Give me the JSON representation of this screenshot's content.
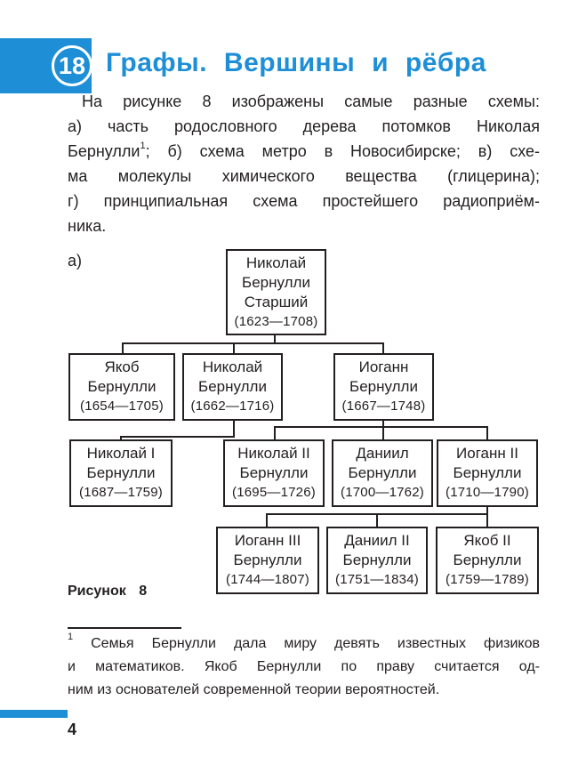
{
  "chapter": {
    "number": "18",
    "title": "Графы. Вершины и рёбра"
  },
  "intro": {
    "lines": [
      "На рисунке 8 изображены самые разные схемы:",
      "а) часть родословного дерева потомков Николая",
      "Бернулли",
      "; б) схема метро в Новосибирске; в) схе-",
      "ма молекулы химического вещества (глицерина);",
      "г) принципиальная схема простейшего радиоприём-",
      "ника."
    ],
    "footnote_mark": "1"
  },
  "figure": {
    "label": "а)",
    "caption": "Рисунок 8",
    "nodes": {
      "nikolai_senior": {
        "lines": [
          "Николай",
          "Бернулли",
          "Старший"
        ],
        "dates": "(1623—1708)"
      },
      "jakob": {
        "lines": [
          "Якоб",
          "Бернулли"
        ],
        "dates": "(1654—1705)"
      },
      "nikolai": {
        "lines": [
          "Николай",
          "Бернулли"
        ],
        "dates": "(1662—1716)"
      },
      "johann": {
        "lines": [
          "Иоганн",
          "Бернулли"
        ],
        "dates": "(1667—1748)"
      },
      "nikolai_1": {
        "lines": [
          "Николай I",
          "Бернулли"
        ],
        "dates": "(1687—1759)"
      },
      "nikolai_2": {
        "lines": [
          "Николай II",
          "Бернулли"
        ],
        "dates": "(1695—1726)"
      },
      "daniel": {
        "lines": [
          "Даниил",
          "Бернулли"
        ],
        "dates": "(1700—1762)"
      },
      "johann_2": {
        "lines": [
          "Иоганн II",
          "Бернулли"
        ],
        "dates": "(1710—1790)"
      },
      "johann_3": {
        "lines": [
          "Иоганн III",
          "Бернулли"
        ],
        "dates": "(1744—1807)"
      },
      "daniel_2": {
        "lines": [
          "Даниил II",
          "Бернулли"
        ],
        "dates": "(1751—1834)"
      },
      "jakob_2": {
        "lines": [
          "Якоб II",
          "Бернулли"
        ],
        "dates": "(1759—1789)"
      }
    }
  },
  "footnote": {
    "mark": "1",
    "lines": [
      "Семья Бернулли дала миру девять известных физиков",
      "и математиков. Якоб Бернулли по праву считается од-",
      "ним из основателей современной теории вероятностей."
    ]
  },
  "page_number": "4",
  "colors": {
    "accent": "#1e8fd6",
    "text": "#231f20"
  }
}
